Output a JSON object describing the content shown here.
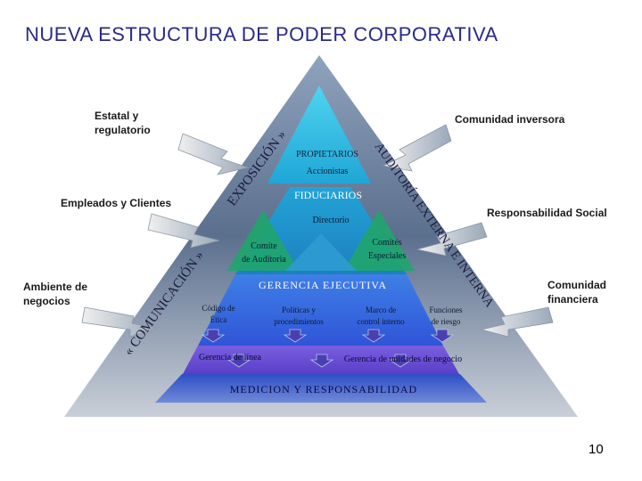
{
  "slide": {
    "title": "NUEVA ESTRUCTURA DE PODER CORPORATIVA",
    "page_number": "10"
  },
  "outer_labels": {
    "estatal_line1": "Estatal y",
    "estatal_line2": "regulatorio",
    "comunidad_inversora": "Comunidad inversora",
    "empleados_clientes": "Empleados y Clientes",
    "responsabilidad_social": "Responsabilidad Social",
    "ambiente_line1": "Ambiente de",
    "ambiente_line2": "negocios",
    "financiera_line1": "Comunidad",
    "financiera_line2": "financiera"
  },
  "pyramid": {
    "propietarios": "PROPIETARIOS",
    "accionistas": "Accionistas",
    "fiduciarios": "FIDUCIARIOS",
    "directorio": "Directorio",
    "comite_line1": "Comite",
    "comite_line2": "de Auditoria",
    "comites_line1": "Comités",
    "comites_line2": "Especiales",
    "gerencia_ejecutiva": "GERENCIA EJECUTIVA",
    "codigo_line1": "Código de",
    "codigo_line2": "Ética",
    "politicas_line1": "Políticas y",
    "politicas_line2": "procedimientos",
    "marco_line1": "Marco de",
    "marco_line2": "control interno",
    "funciones_line1": "Funciones",
    "funciones_line2": "de riesgo",
    "gerencia_linea": "Gerencia de línea",
    "gerencia_unidades": "Gerencia de unidades de negocio",
    "medicion": "MEDICION Y RESPONSABILIDAD"
  },
  "edge_labels": {
    "exposicion": "EXPOSICIÓN »",
    "comunicacion": "« COMUNICACIÓN »",
    "auditoria_externa_interna": "AUDITORÍA EXTERNA E INTERNA"
  },
  "colors": {
    "title": "#2a2a8a",
    "outer_triangle": "#5a6e8c",
    "top_triangle": "#33bde0",
    "middle_band": "#1f8fc8",
    "gerencia_band": "#3a5ee0",
    "linea_band": "#6a4fd6",
    "medicion_band": "#2a45b8"
  }
}
